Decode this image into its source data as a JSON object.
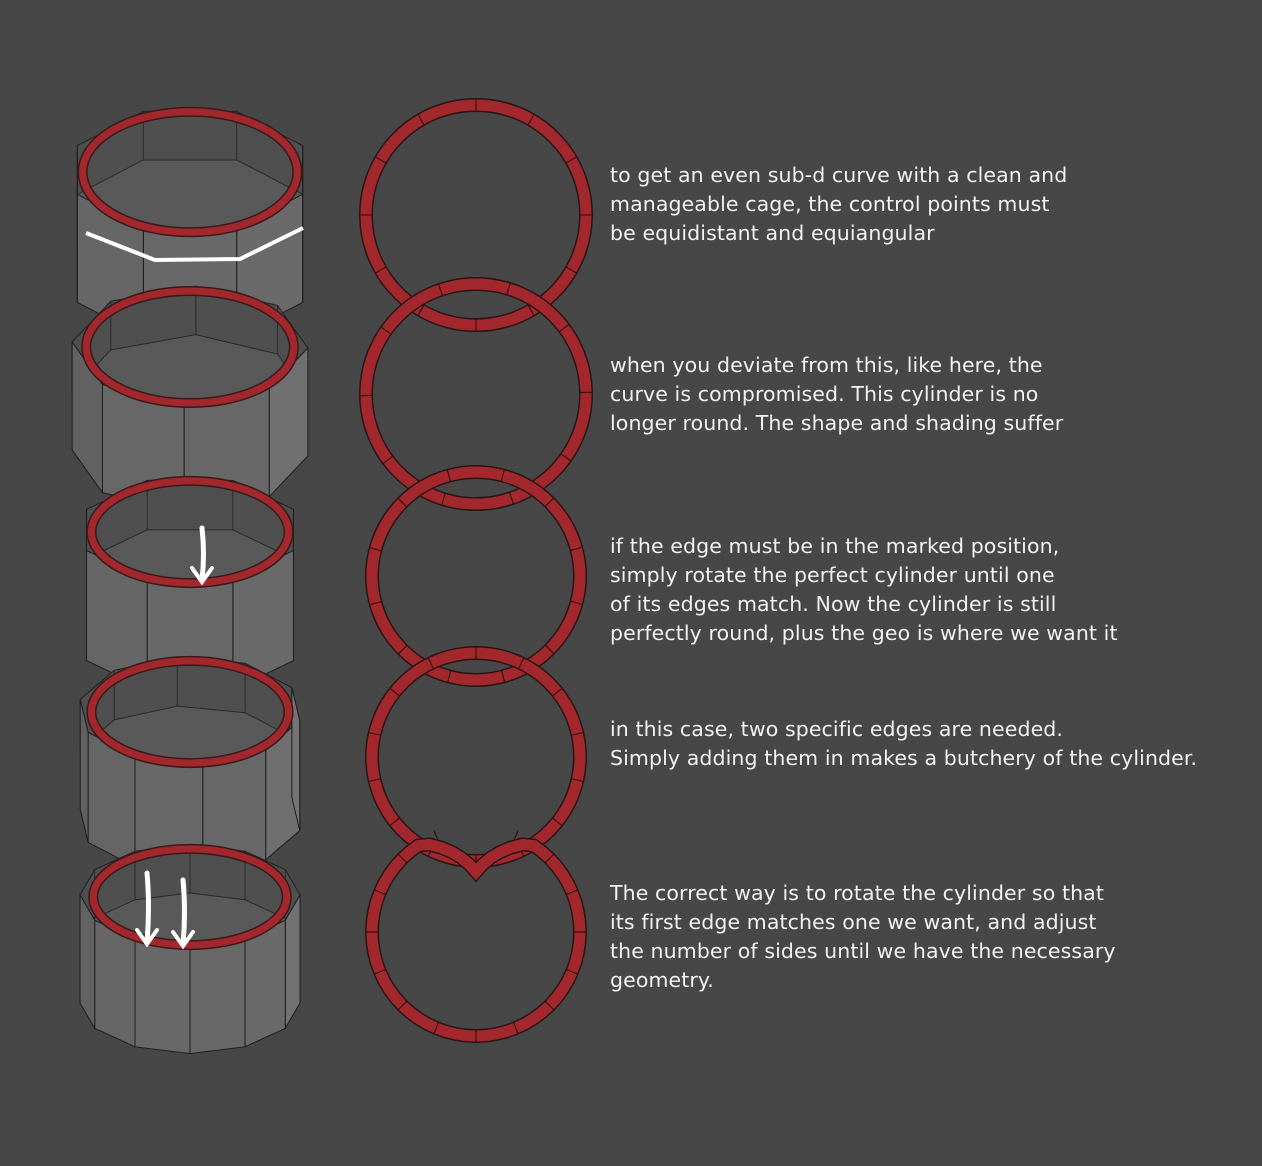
{
  "colors": {
    "background": "#474747",
    "ring": "#a3282d",
    "ring_outline": "#3a1a1a",
    "text": "#f2f2f2",
    "marker": "#ffffff"
  },
  "notes": [
    {
      "lines": [
        "to get an even sub-d curve with a clean and",
        "manageable cage, the control points must",
        "be equidistant and equiangular"
      ]
    },
    {
      "lines": [
        "when you deviate from this, like here, the",
        "curve is compromised. This cylinder is no",
        "longer round. The shape and shading suffer"
      ]
    },
    {
      "lines": [
        "if the edge must be in the marked position,",
        "simply rotate the perfect cylinder until one",
        "of its edges match. Now the cylinder is still",
        "perfectly round, plus the geo is where we want it"
      ]
    },
    {
      "lines": [
        "in this case, two specific edges are needed.",
        "Simply adding them in makes a butchery of the cylinder."
      ]
    },
    {
      "lines": [
        "The correct way is to rotate the cylinder so that",
        "its first edge matches one we want, and adjust",
        "the number of sides until we have the necessary",
        "geometry."
      ]
    }
  ]
}
